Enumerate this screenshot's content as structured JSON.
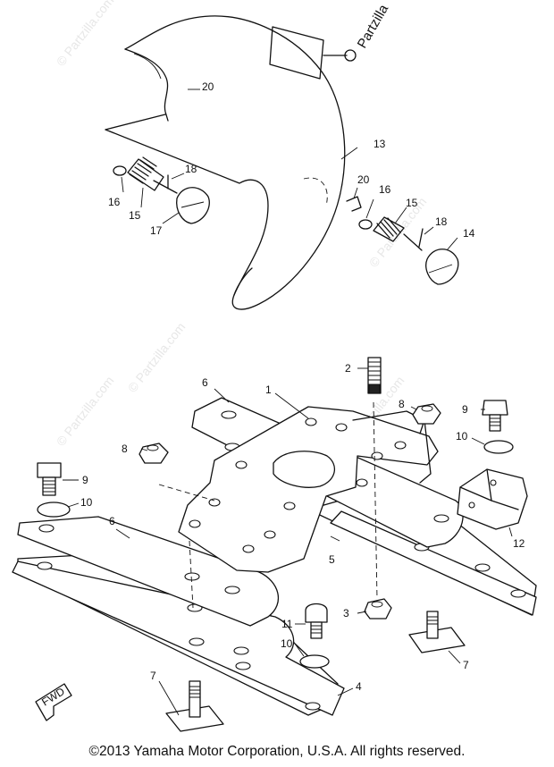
{
  "brand": {
    "text": "Partzilla",
    "symbol": "©"
  },
  "watermarks": [
    {
      "text": "© Partzilla.com"
    },
    {
      "text": "© Partzilla.com"
    },
    {
      "text": "© Partzilla.com"
    },
    {
      "text": "© Partzilla.com"
    },
    {
      "text": "© Partzilla.com"
    }
  ],
  "callouts": {
    "n1": "1",
    "n2": "2",
    "n3": "3",
    "n4": "4",
    "n5": "5",
    "n6a": "6",
    "n6b": "6",
    "n7a": "7",
    "n7b": "7",
    "n8a": "8",
    "n8b": "8",
    "n9a": "9",
    "n9b": "9",
    "n10a": "10",
    "n10b": "10",
    "n10c": "10",
    "n11": "11",
    "n12": "12",
    "n13": "13",
    "n14": "14",
    "n15a": "15",
    "n15b": "15",
    "n16a": "16",
    "n16b": "16",
    "n17": "17",
    "n18a": "18",
    "n18b": "18",
    "n20a": "20",
    "n20b": "20"
  },
  "fwd_label": "FWD",
  "copyright": "©2013  Yamaha Motor Corporation, U.S.A. All rights reserved."
}
